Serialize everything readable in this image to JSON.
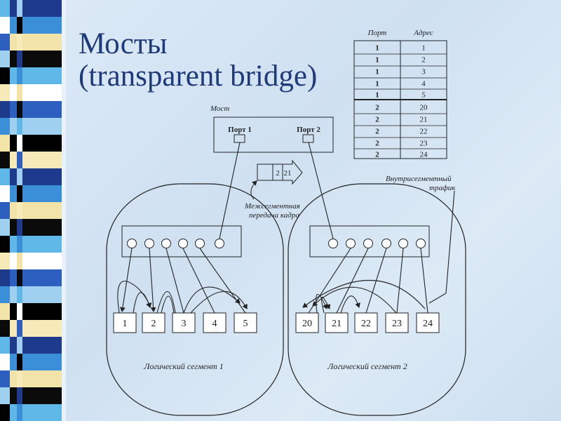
{
  "slide": {
    "title_line1": "Мосты",
    "title_line2": "(transparent bridge)"
  },
  "colors": {
    "title": "#1f3a7a",
    "background": "#d6e6f4",
    "stripe": [
      "#1e3a8c",
      "#3a8fd8",
      "#f2e4a8",
      "#0b0b0b",
      "#5fb8e8",
      "#ffffff",
      "#2c5fbf",
      "#9fd0f0",
      "#000000",
      "#f7eab9"
    ]
  },
  "table": {
    "header_port": "Порт",
    "header_address": "Адрес",
    "rows": [
      {
        "port": "1",
        "address": "1"
      },
      {
        "port": "1",
        "address": "2"
      },
      {
        "port": "1",
        "address": "3"
      },
      {
        "port": "1",
        "address": "4"
      },
      {
        "port": "1",
        "address": "5"
      },
      {
        "port": "2",
        "address": "20"
      },
      {
        "port": "2",
        "address": "21"
      },
      {
        "port": "2",
        "address": "22"
      },
      {
        "port": "2",
        "address": "23"
      },
      {
        "port": "2",
        "address": "24"
      }
    ]
  },
  "bridge": {
    "label": "Мост",
    "port1": "Порт 1",
    "port2": "Порт 2"
  },
  "frame": {
    "dest": "2",
    "src": "21"
  },
  "labels": {
    "inter_segment_line1": "Межсегментная",
    "inter_segment_line2": "передача кадра",
    "intra_segment_line1": "Внутрисегментный",
    "intra_segment_line2": "трафик",
    "segment1": "Логический сегмент 1",
    "segment2": "Логический сегмент 2"
  },
  "segment1_nodes": [
    "1",
    "2",
    "3",
    "4",
    "5"
  ],
  "segment2_nodes": [
    "20",
    "21",
    "22",
    "23",
    "24"
  ]
}
